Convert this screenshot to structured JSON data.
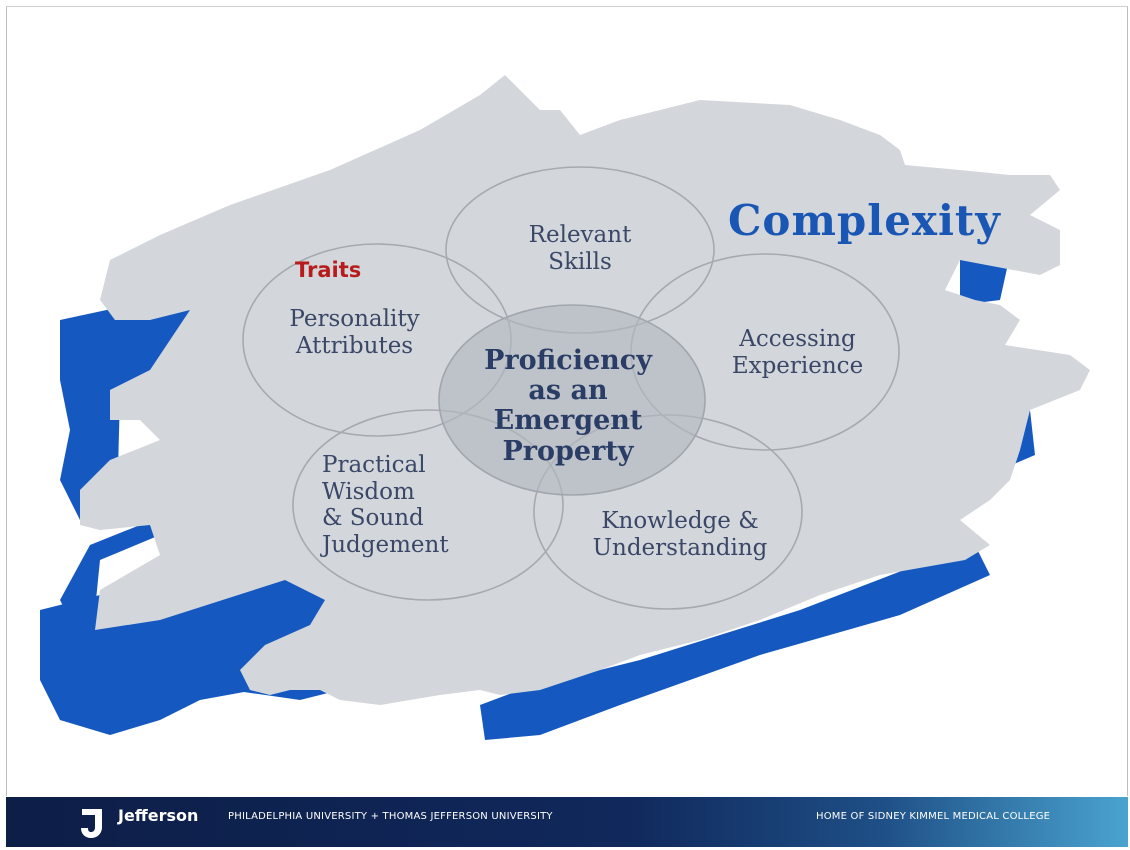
{
  "diagram": {
    "title": "Complexity",
    "traits_label": "Traits",
    "center": [
      "Proficiency",
      "as an",
      "Emergent",
      "Property"
    ],
    "circles": {
      "relevant_skills": [
        "Relevant",
        "Skills"
      ],
      "personality_attributes": [
        "Personality",
        "Attributes"
      ],
      "accessing_experience": [
        "Accessing",
        "Experience"
      ],
      "practical_wisdom": [
        "Practical",
        "Wisdom",
        "& Sound",
        "Judgement"
      ],
      "knowledge_understanding": [
        "Knowledge &",
        "Understanding"
      ]
    }
  },
  "footer": {
    "brand": "Jefferson",
    "universities": "PHILADELPHIA UNIVERSITY + THOMAS JEFFERSON UNIVERSITY",
    "tagline": "HOME OF SIDNEY KIMMEL MEDICAL COLLEGE"
  },
  "colors": {
    "brush_blue": "#1559c0",
    "brush_grey": "#d3d7dc",
    "title_blue": "#1a57b5",
    "traits_red": "#b81b1b",
    "text_navy": "#2a3d66",
    "footer_navy": "#0d1e47"
  }
}
